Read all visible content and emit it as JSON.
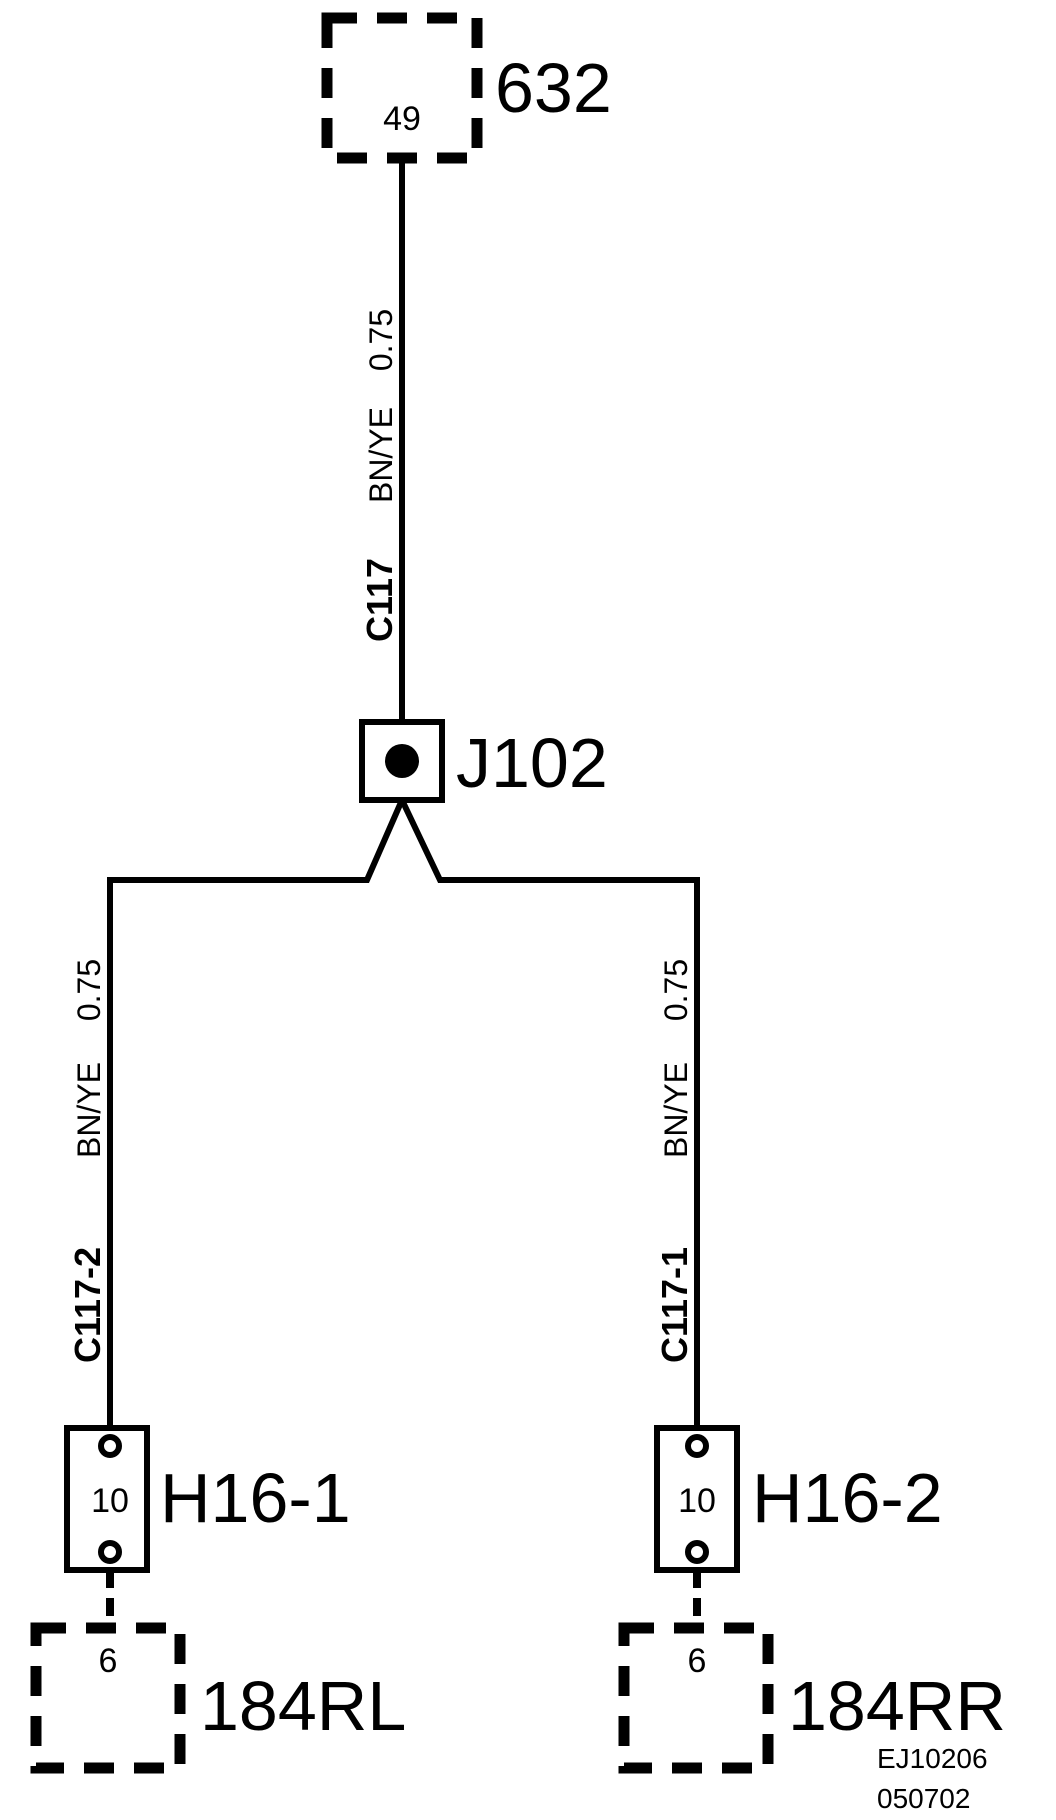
{
  "components": {
    "top_connector": {
      "id": "632",
      "pin": "49"
    },
    "splice": {
      "id": "J102"
    },
    "fuse_left": {
      "id": "H16-1",
      "value": "10"
    },
    "fuse_right": {
      "id": "H16-2",
      "value": "10"
    },
    "bottom_left_connector": {
      "id": "184RL",
      "pin": "6"
    },
    "bottom_right_connector": {
      "id": "184RR",
      "pin": "6"
    }
  },
  "wires": {
    "top": {
      "circuit": "C117",
      "color": "BN/YE",
      "size": "0.75"
    },
    "left": {
      "circuit": "C117-2",
      "color": "BN/YE",
      "size": "0.75"
    },
    "right": {
      "circuit": "C117-1",
      "color": "BN/YE",
      "size": "0.75"
    }
  },
  "footer": {
    "code_line1": "EJ10206",
    "code_line2": "050702"
  }
}
